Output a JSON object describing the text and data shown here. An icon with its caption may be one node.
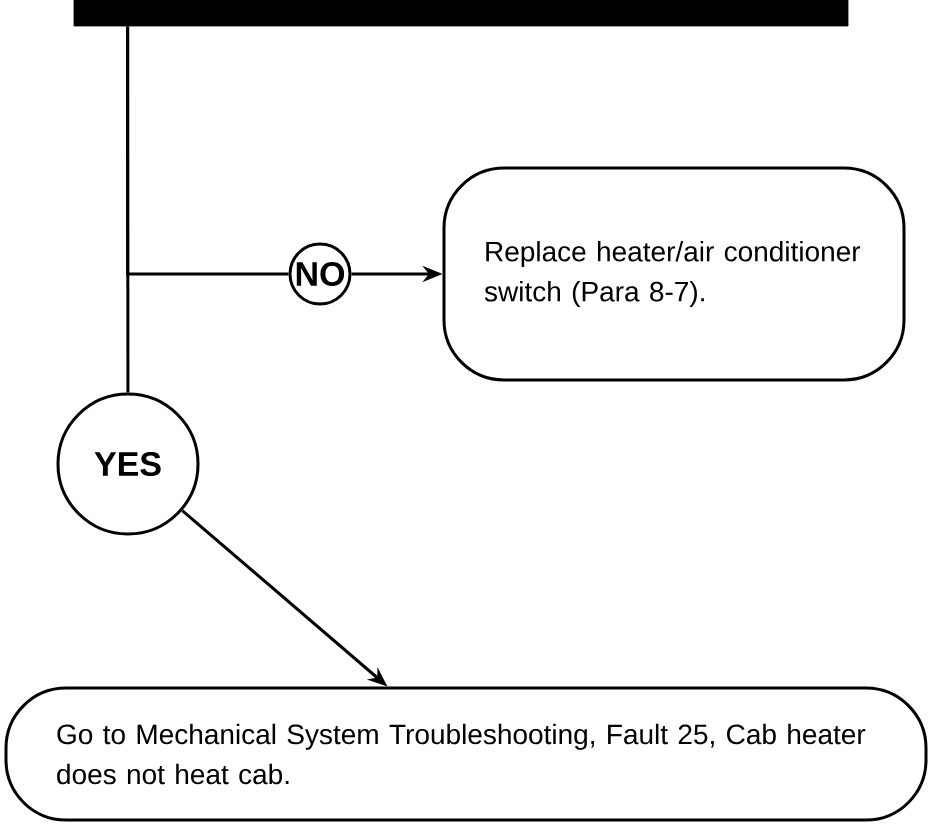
{
  "diagram": {
    "nodes": [
      {
        "text": [],
        "shape": "bar"
      },
      {
        "text": [
          "NO"
        ]
      },
      {
        "text": [
          "Replace heater/air conditioner switch (Para 8-7)."
        ]
      },
      {
        "text": [
          "YES"
        ]
      },
      {
        "text": [
          "Go to Mechanical System Troubleshooting, Fault 25, Cab heater does not heat cab."
        ]
      }
    ],
    "edges": [
      {
        "from": 0,
        "to": 1,
        "arrow": "none"
      },
      {
        "from": 1,
        "to": 2,
        "arrow": "to"
      },
      {
        "from": 0,
        "to": 3,
        "arrow": "none"
      },
      {
        "from": 3,
        "to": 4,
        "arrow": "to"
      }
    ]
  }
}
